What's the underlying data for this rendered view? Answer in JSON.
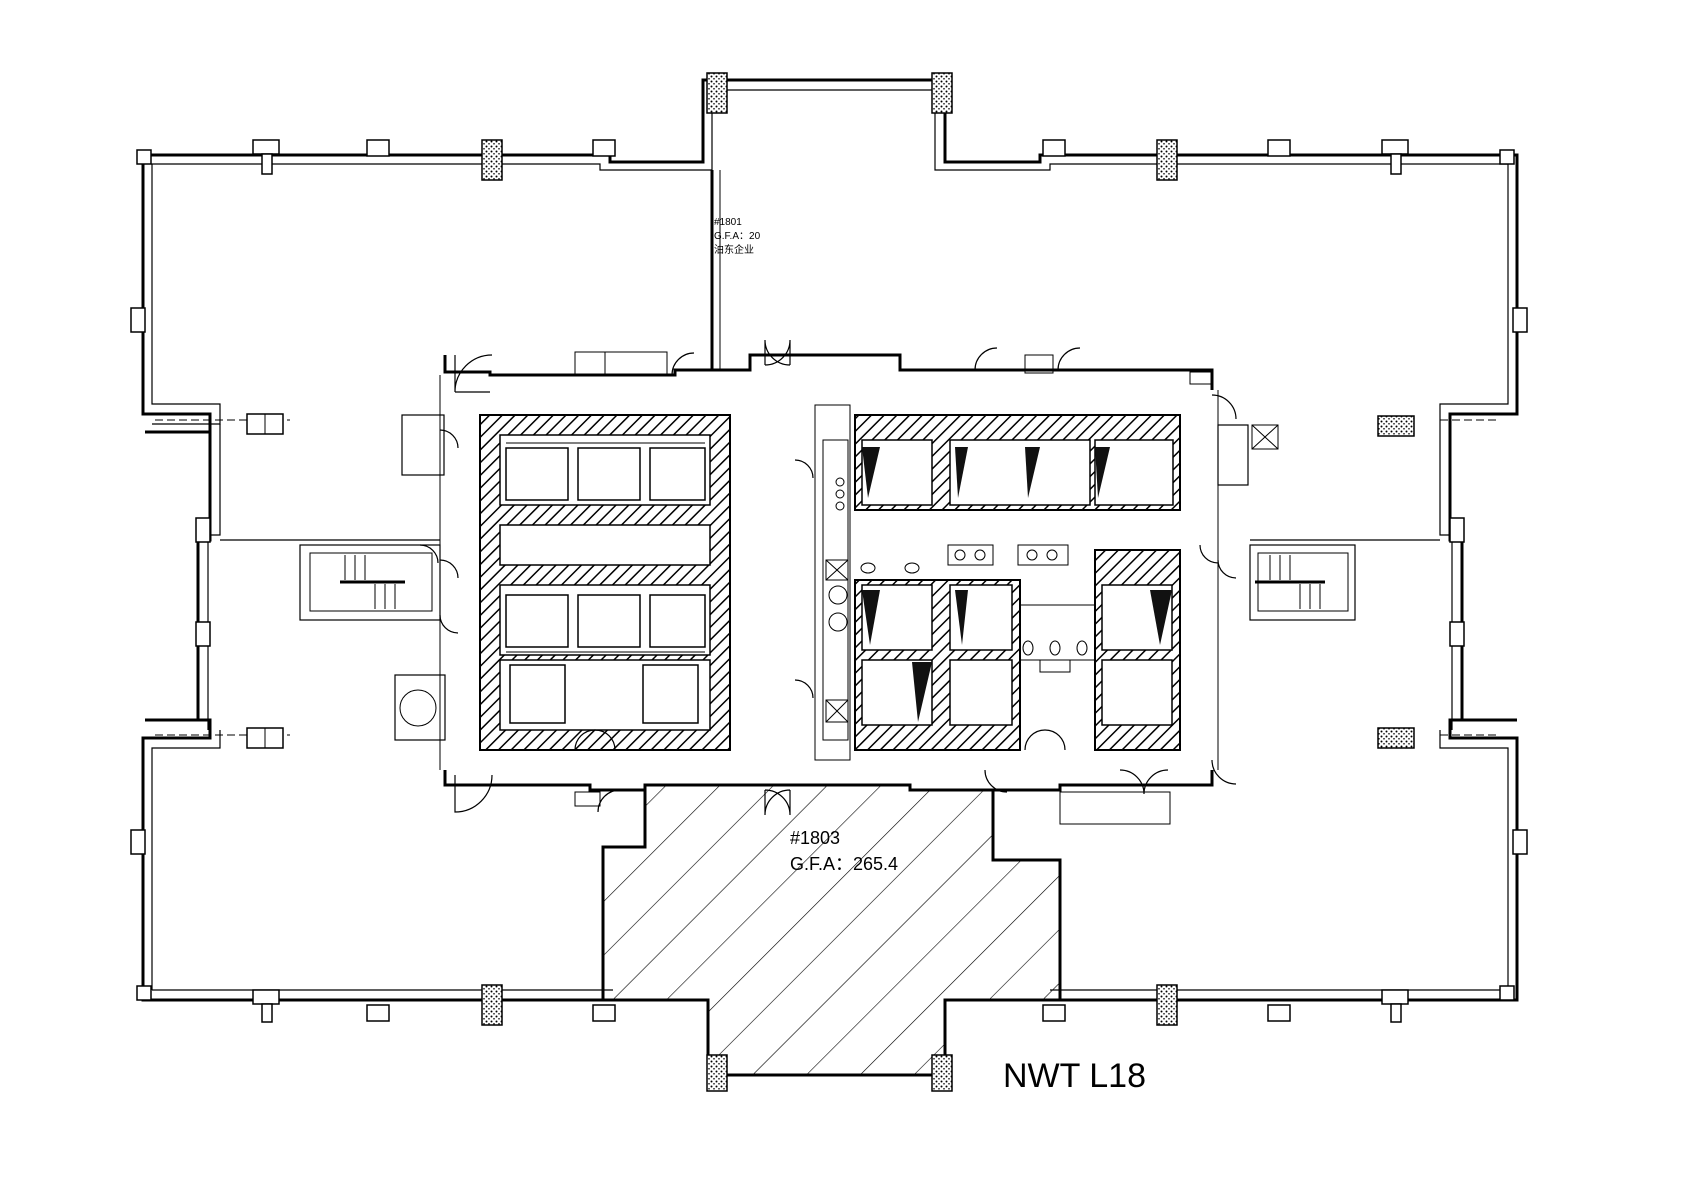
{
  "plan": {
    "title": "NWT L18",
    "units": [
      {
        "id": "#1801",
        "gfa_label": "G.F.A：20",
        "tenant": "泊东企业"
      },
      {
        "id": "#1803",
        "gfa_label": "G.F.A：265.4"
      }
    ],
    "colors": {
      "line": "#000000",
      "background": "#ffffff",
      "hatch": "#000000"
    }
  }
}
